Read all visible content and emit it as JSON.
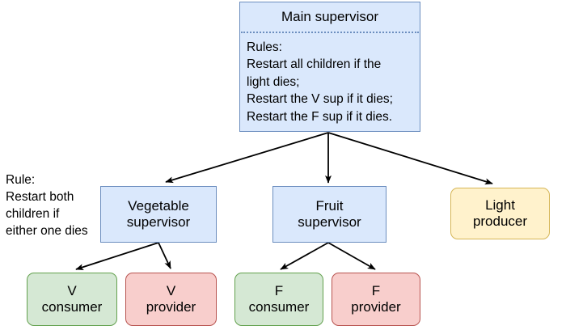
{
  "diagram": {
    "title_node": {
      "id": "main-supervisor",
      "title": "Main supervisor",
      "rules_heading": "Rules:",
      "rules": [
        "Restart all children if the",
        "light dies;",
        "Restart the V sup if it dies;",
        "Restart the F sup if it dies."
      ],
      "fill": "#dae8fc",
      "stroke": "#6c8ebf"
    },
    "notes": [
      {
        "id": "vegetable-rule-note",
        "lines": [
          "Rule:",
          "Restart both",
          "children if",
          "either one dies"
        ]
      }
    ],
    "supervisors": [
      {
        "id": "vegetable-supervisor",
        "line1": "Vegetable",
        "line2": "supervisor",
        "fill": "#dae8fc",
        "stroke": "#6c8ebf"
      },
      {
        "id": "fruit-supervisor",
        "line1": "Fruit",
        "line2": "supervisor",
        "fill": "#dae8fc",
        "stroke": "#6c8ebf"
      },
      {
        "id": "light-producer",
        "line1": "Light",
        "line2": "producer",
        "fill": "#fff2cc",
        "stroke": "#d6b656"
      }
    ],
    "workers": [
      {
        "id": "v-consumer",
        "line1": "V",
        "line2": "consumer",
        "fill": "#d5e8d4",
        "stroke": "#63a14e"
      },
      {
        "id": "v-provider",
        "line1": "V",
        "line2": "provider",
        "fill": "#f8cecc",
        "stroke": "#b85450"
      },
      {
        "id": "f-consumer",
        "line1": "F",
        "line2": "consumer",
        "fill": "#d5e8d4",
        "stroke": "#63a14e"
      },
      {
        "id": "f-provider",
        "line1": "F",
        "line2": "provider",
        "fill": "#f8cecc",
        "stroke": "#b85450"
      }
    ],
    "edge_color": "#000000"
  }
}
